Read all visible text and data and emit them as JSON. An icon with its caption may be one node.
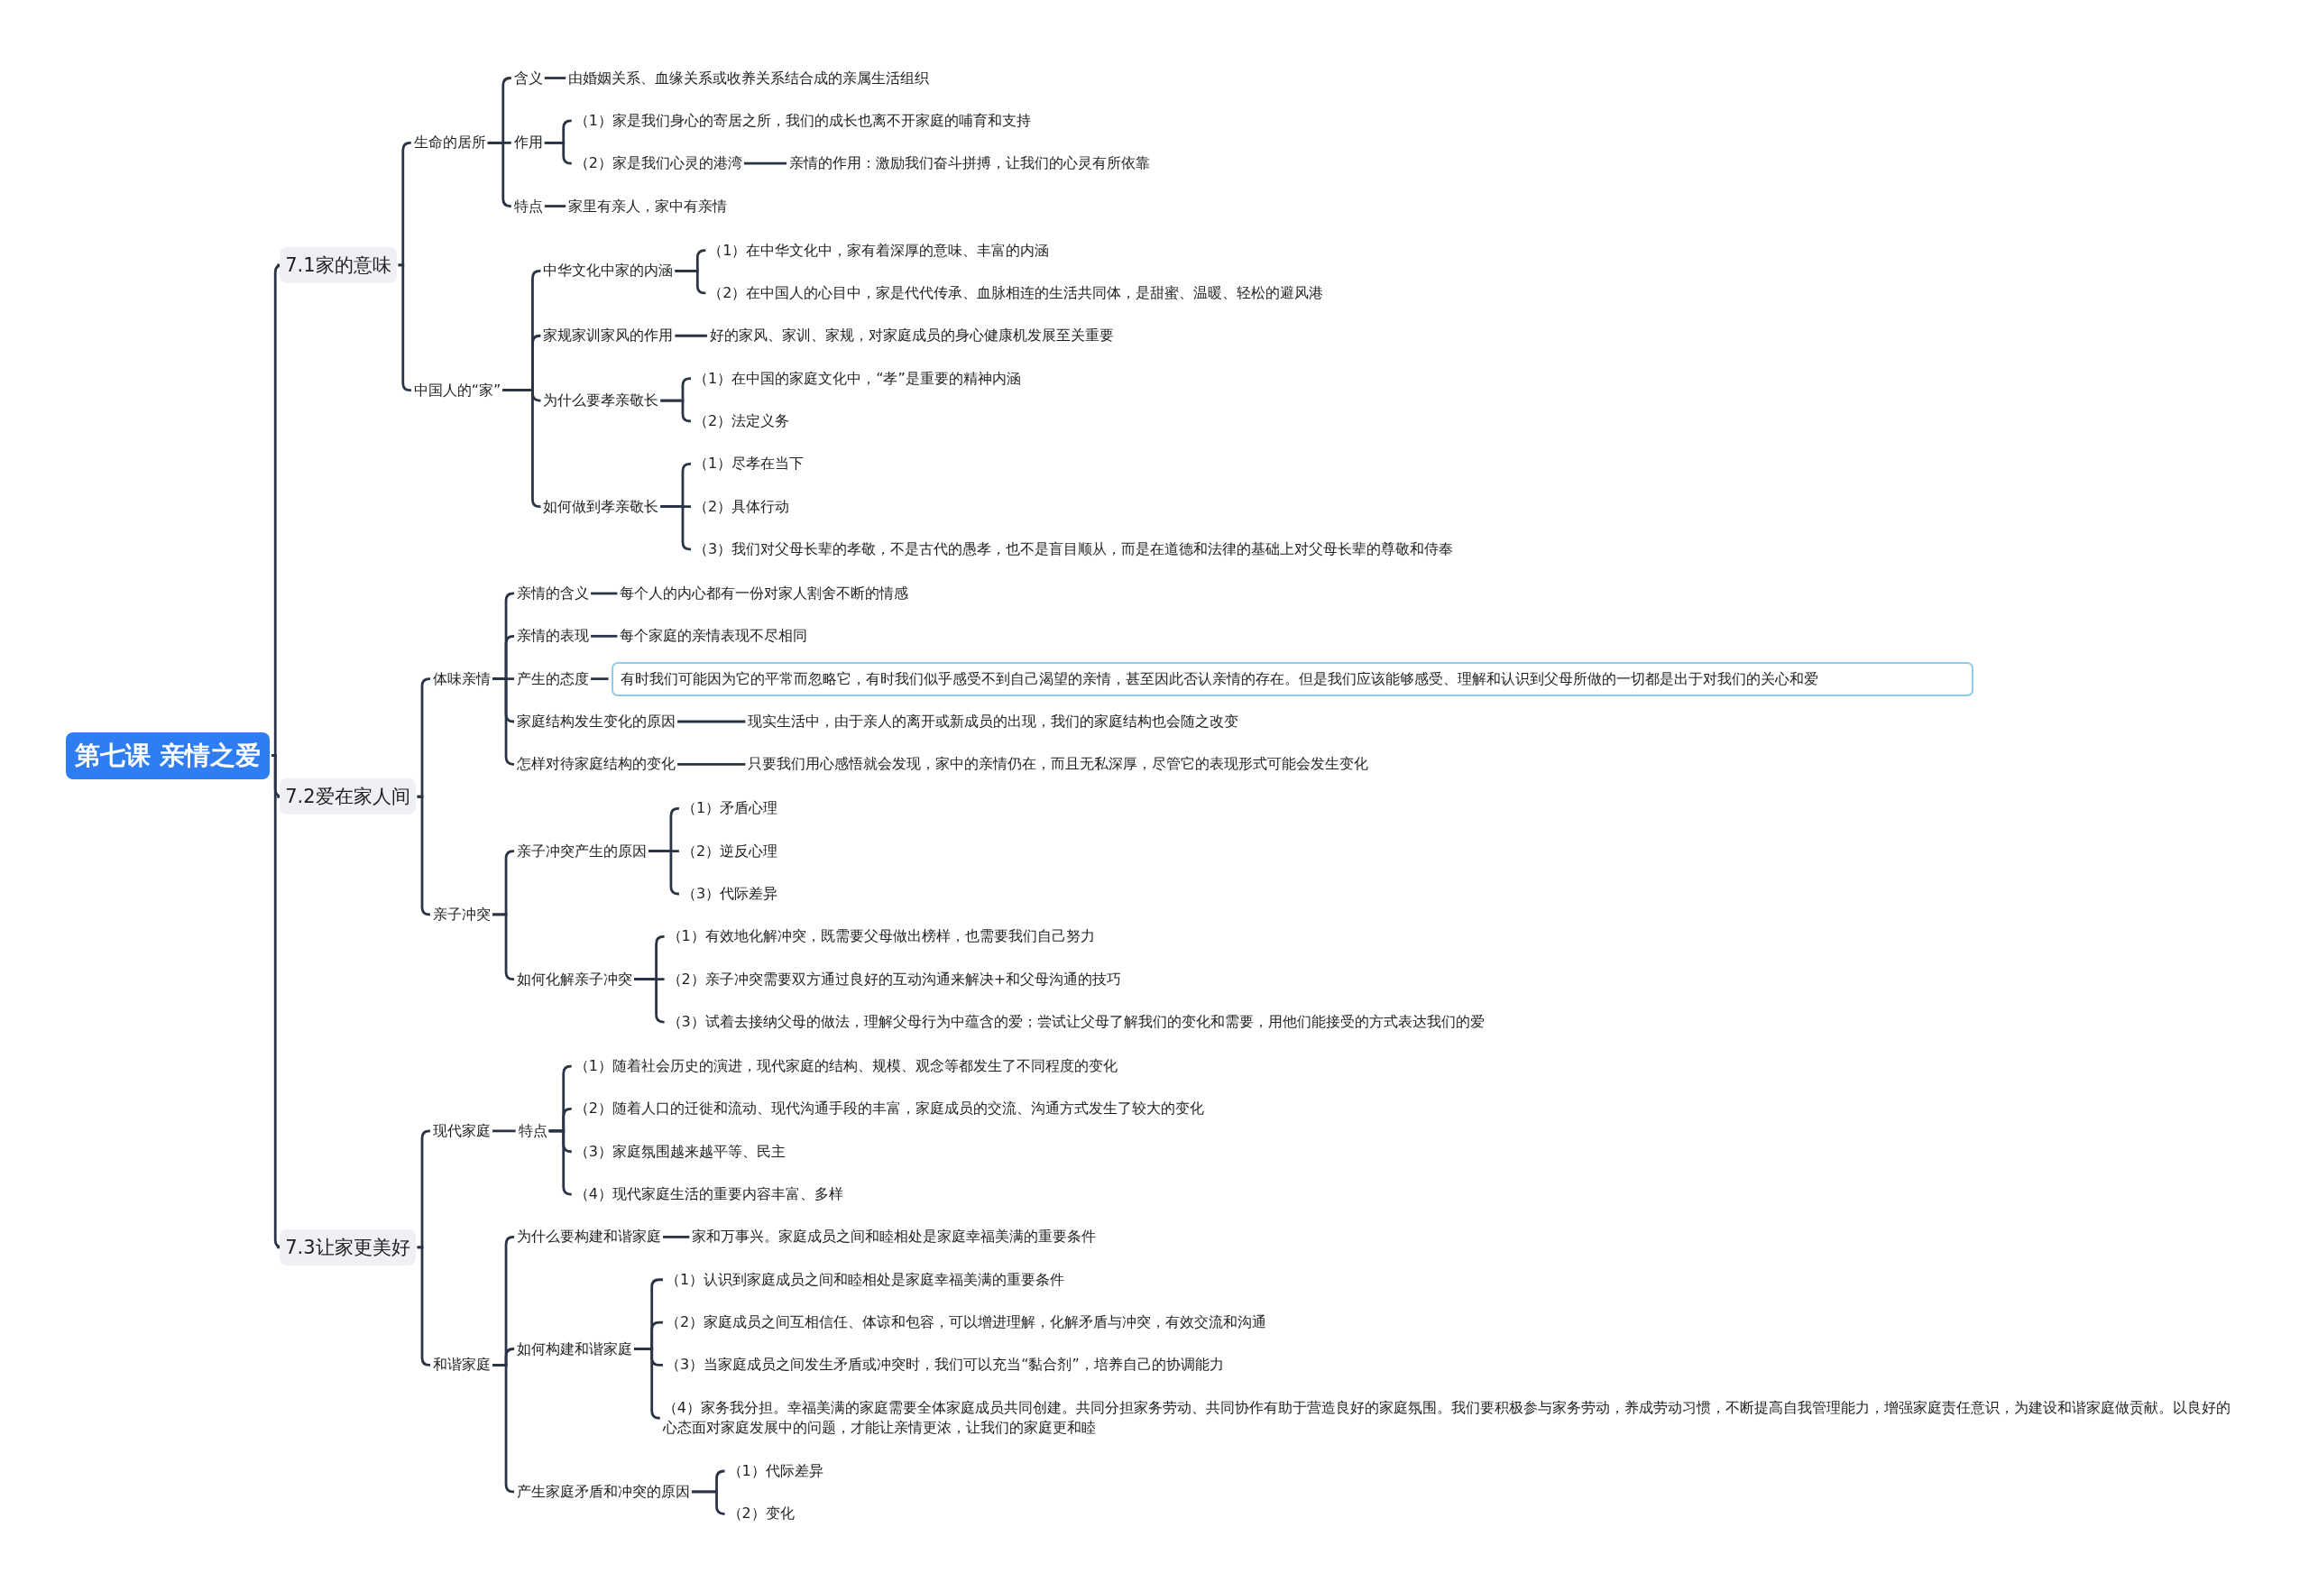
{
  "diagram": {
    "nodes": [
      {
        "text": [
          "第七课 亲情之爱"
        ]
      },
      {
        "text": [
          "7.1家的意味"
        ]
      },
      {
        "text": [
          "生命的居所"
        ]
      },
      {
        "text": [
          "含义"
        ]
      },
      {
        "text": [
          "由婚姻关系、血缘关系或收养关系结合成的亲属生活组织"
        ]
      },
      {
        "text": [
          "作用"
        ]
      },
      {
        "text": [
          "（1）家是我们身心的寄居之所，我们的成长也离不开家庭的哺育和支持"
        ]
      },
      {
        "text": [
          "（2）家是我们心灵的港湾"
        ]
      },
      {
        "text": [
          "亲情的作用：激励我们奋斗拼搏，让我们的心灵有所依靠"
        ]
      },
      {
        "text": [
          "特点"
        ]
      },
      {
        "text": [
          "家里有亲人，家中有亲情"
        ]
      },
      {
        "text": [
          "中国人的“家”"
        ]
      },
      {
        "text": [
          "中华文化中家的内涵"
        ]
      },
      {
        "text": [
          "（1）在中华文化中，家有着深厚的意味、丰富的内涵"
        ]
      },
      {
        "text": [
          "（2）在中国人的心目中，家是代代传承、血脉相连的生活共同体，是甜蜜、温暖、轻松的避风港"
        ]
      },
      {
        "text": [
          "家规家训家风的作用"
        ]
      },
      {
        "text": [
          "好的家风、家训、家规，对家庭成员的身心健康机发展至关重要"
        ]
      },
      {
        "text": [
          "为什么要孝亲敬长"
        ]
      },
      {
        "text": [
          "（1）在中国的家庭文化中，“孝”是重要的精神内涵"
        ]
      },
      {
        "text": [
          "（2）法定义务"
        ]
      },
      {
        "text": [
          "如何做到孝亲敬长"
        ]
      },
      {
        "text": [
          "（1）尽孝在当下"
        ]
      },
      {
        "text": [
          "（2）具体行动"
        ]
      },
      {
        "text": [
          "（3）我们对父母长辈的孝敬，不是古代的愚孝，也不是盲目顺从，而是在道德和法律的基础上对父母长辈的尊敬和侍奉"
        ]
      },
      {
        "text": [
          "7.2爱在家人间"
        ]
      },
      {
        "text": [
          "体味亲情"
        ]
      },
      {
        "text": [
          "亲情的含义"
        ]
      },
      {
        "text": [
          "每个人的内心都有一份对家人割舍不断的情感"
        ]
      },
      {
        "text": [
          "亲情的表现"
        ]
      },
      {
        "text": [
          "每个家庭的亲情表现不尽相同"
        ]
      },
      {
        "text": [
          "产生的态度"
        ]
      },
      {
        "text": [
          "有时我们可能因为它的平常而忽略它，有时我们似乎感受不到自己渴望的亲情，甚至因此否认亲情的存在。但是我们应该能够感受、理解和认识到父母所做的一切都是出于对我们的关心和爱"
        ]
      },
      {
        "text": [
          "家庭结构发生变化的原因"
        ]
      },
      {
        "text": [
          "现实生活中，由于亲人的离开或新成员的出现，我们的家庭结构也会随之改变"
        ]
      },
      {
        "text": [
          "怎样对待家庭结构的变化"
        ]
      },
      {
        "text": [
          "只要我们用心感悟就会发现，家中的亲情仍在，而且无私深厚，尽管它的表现形式可能会发生变化"
        ]
      },
      {
        "text": [
          "亲子冲突"
        ]
      },
      {
        "text": [
          "亲子冲突产生的原因"
        ]
      },
      {
        "text": [
          "（1）矛盾心理"
        ]
      },
      {
        "text": [
          "（2）逆反心理"
        ]
      },
      {
        "text": [
          "（3）代际差异"
        ]
      },
      {
        "text": [
          "如何化解亲子冲突"
        ]
      },
      {
        "text": [
          "（1）有效地化解冲突，既需要父母做出榜样，也需要我们自己努力"
        ]
      },
      {
        "text": [
          "（2）亲子冲突需要双方通过良好的互动沟通来解决+和父母沟通的技巧"
        ]
      },
      {
        "text": [
          "（3）试着去接纳父母的做法，理解父母行为中蕴含的爱；尝试让父母了解我们的变化和需要，用他们能接受的方式表达我们的爱"
        ]
      },
      {
        "text": [
          "7.3让家更美好"
        ]
      },
      {
        "text": [
          "现代家庭"
        ]
      },
      {
        "text": [
          "特点"
        ]
      },
      {
        "text": [
          "（1）随着社会历史的演进，现代家庭的结构、规模、观念等都发生了不同程度的变化"
        ]
      },
      {
        "text": [
          "（2）随着人口的迁徙和流动、现代沟通手段的丰富，家庭成员的交流、沟通方式发生了较大的变化"
        ]
      },
      {
        "text": [
          "（3）家庭氛围越来越平等、民主"
        ]
      },
      {
        "text": [
          "（4）现代家庭生活的重要内容丰富、多样"
        ]
      },
      {
        "text": [
          "和谐家庭"
        ]
      },
      {
        "text": [
          "为什么要构建和谐家庭"
        ]
      },
      {
        "text": [
          "家和万事兴。家庭成员之间和睦相处是家庭幸福美满的重要条件"
        ]
      },
      {
        "text": [
          "如何构建和谐家庭"
        ]
      },
      {
        "text": [
          "（1）认识到家庭成员之间和睦相处是家庭幸福美满的重要条件"
        ]
      },
      {
        "text": [
          "（2）家庭成员之间互相信任、体谅和包容，可以增进理解，化解矛盾与冲突，有效交流和沟通"
        ]
      },
      {
        "text": [
          "（3）当家庭成员之间发生矛盾或冲突时，我们可以充当“黏合剂”，培养自己的协调能力"
        ]
      },
      {
        "text": [
          "（4）家务我分担。幸福美满的家庭需要全体家庭成员共同创建。共同分担家务劳动、共同协作有助于营造良好的家庭氛围。我们要积极参与家务劳动，养成劳动习惯，不断提高自我管理能力，增强家庭责任意识，为建设和谐家庭做贡献。以良好的心态面对家庭发展中的问题，才能让亲情更浓，让我们的家庭更和睦"
        ]
      },
      {
        "text": [
          "产生家庭矛盾和冲突的原因"
        ]
      },
      {
        "text": [
          "（1）代际差异"
        ]
      },
      {
        "text": [
          "（2）变化"
        ]
      }
    ],
    "edges": [
      {
        "from": 0,
        "to": 1,
        "arrow": "none"
      },
      {
        "from": 0,
        "to": 24,
        "arrow": "none"
      },
      {
        "from": 0,
        "to": 45,
        "arrow": "none"
      },
      {
        "from": 1,
        "to": 2,
        "arrow": "none"
      },
      {
        "from": 1,
        "to": 11,
        "arrow": "none"
      },
      {
        "from": 2,
        "to": 3,
        "arrow": "none"
      },
      {
        "from": 2,
        "to": 5,
        "arrow": "none"
      },
      {
        "from": 2,
        "to": 9,
        "arrow": "none"
      },
      {
        "from": 3,
        "to": 4,
        "arrow": "none"
      },
      {
        "from": 5,
        "to": 6,
        "arrow": "none"
      },
      {
        "from": 5,
        "to": 7,
        "arrow": "none"
      },
      {
        "from": 7,
        "to": 8,
        "arrow": "none"
      },
      {
        "from": 9,
        "to": 10,
        "arrow": "none"
      },
      {
        "from": 11,
        "to": 12,
        "arrow": "none"
      },
      {
        "from": 11,
        "to": 15,
        "arrow": "none"
      },
      {
        "from": 11,
        "to": 17,
        "arrow": "none"
      },
      {
        "from": 11,
        "to": 20,
        "arrow": "none"
      },
      {
        "from": 12,
        "to": 13,
        "arrow": "none"
      },
      {
        "from": 12,
        "to": 14,
        "arrow": "none"
      },
      {
        "from": 15,
        "to": 16,
        "arrow": "none"
      },
      {
        "from": 17,
        "to": 18,
        "arrow": "none"
      },
      {
        "from": 17,
        "to": 19,
        "arrow": "none"
      },
      {
        "from": 20,
        "to": 21,
        "arrow": "none"
      },
      {
        "from": 20,
        "to": 22,
        "arrow": "none"
      },
      {
        "from": 20,
        "to": 23,
        "arrow": "none"
      },
      {
        "from": 24,
        "to": 25,
        "arrow": "none"
      },
      {
        "from": 24,
        "to": 36,
        "arrow": "none"
      },
      {
        "from": 25,
        "to": 26,
        "arrow": "none"
      },
      {
        "from": 25,
        "to": 28,
        "arrow": "none"
      },
      {
        "from": 25,
        "to": 30,
        "arrow": "none"
      },
      {
        "from": 25,
        "to": 32,
        "arrow": "none"
      },
      {
        "from": 25,
        "to": 34,
        "arrow": "none"
      },
      {
        "from": 26,
        "to": 27,
        "arrow": "none"
      },
      {
        "from": 28,
        "to": 29,
        "arrow": "none"
      },
      {
        "from": 30,
        "to": 31,
        "arrow": "none"
      },
      {
        "from": 32,
        "to": 33,
        "arrow": "none"
      },
      {
        "from": 34,
        "to": 35,
        "arrow": "none"
      },
      {
        "from": 36,
        "to": 37,
        "arrow": "none"
      },
      {
        "from": 36,
        "to": 41,
        "arrow": "none"
      },
      {
        "from": 37,
        "to": 38,
        "arrow": "none"
      },
      {
        "from": 37,
        "to": 39,
        "arrow": "none"
      },
      {
        "from": 37,
        "to": 40,
        "arrow": "none"
      },
      {
        "from": 41,
        "to": 42,
        "arrow": "none"
      },
      {
        "from": 41,
        "to": 43,
        "arrow": "none"
      },
      {
        "from": 41,
        "to": 44,
        "arrow": "none"
      },
      {
        "from": 45,
        "to": 46,
        "arrow": "none"
      },
      {
        "from": 45,
        "to": 52,
        "arrow": "none"
      },
      {
        "from": 46,
        "to": 47,
        "arrow": "none"
      },
      {
        "from": 47,
        "to": 48,
        "arrow": "none"
      },
      {
        "from": 47,
        "to": 49,
        "arrow": "none"
      },
      {
        "from": 47,
        "to": 50,
        "arrow": "none"
      },
      {
        "from": 47,
        "to": 51,
        "arrow": "none"
      },
      {
        "from": 52,
        "to": 53,
        "arrow": "none"
      },
      {
        "from": 52,
        "to": 55,
        "arrow": "none"
      },
      {
        "from": 52,
        "to": 60,
        "arrow": "none"
      },
      {
        "from": 53,
        "to": 54,
        "arrow": "none"
      },
      {
        "from": 55,
        "to": 56,
        "arrow": "none"
      },
      {
        "from": 55,
        "to": 57,
        "arrow": "none"
      },
      {
        "from": 55,
        "to": 58,
        "arrow": "none"
      },
      {
        "from": 55,
        "to": 59,
        "arrow": "none"
      },
      {
        "from": 60,
        "to": 61,
        "arrow": "none"
      },
      {
        "from": 60,
        "to": 62,
        "arrow": "none"
      }
    ]
  }
}
